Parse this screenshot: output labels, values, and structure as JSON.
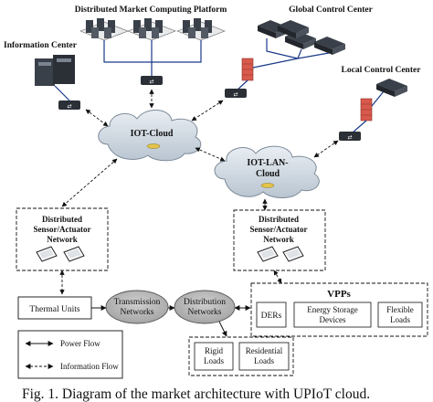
{
  "diagram": {
    "nodes": {
      "platform": "Distributed Market Computing Platform",
      "global_control": "Global Control Center",
      "info_center": "Information Center",
      "local_control": "Local Control Center",
      "iot_cloud": "IOT-Cloud",
      "iot_lan_cloud_line1": "IOT-LAN-",
      "iot_lan_cloud_line2": "Cloud",
      "sensor_left_line1": "Distributed",
      "sensor_left_line2": "Sensor/Actuator",
      "sensor_left_line3": "Network",
      "sensor_right_line1": "Distributed",
      "sensor_right_line2": "Sensor/Actuator",
      "sensor_right_line3": "Network",
      "thermal_units": "Thermal Units",
      "transmission_line1": "Transmission",
      "transmission_line2": "Networks",
      "distribution_line1": "Distribution",
      "distribution_line2": "Networks",
      "vpps": "VPPs",
      "ders": "DERs",
      "energy_storage_line1": "Energy Storage",
      "energy_storage_line2": "Devices",
      "flexible_line1": "Flexible",
      "flexible_line2": "Loads",
      "rigid_line1": "Rigid",
      "rigid_line2": "Loads",
      "residential_line1": "Residential",
      "residential_line2": "Loads"
    },
    "legend": {
      "power_flow": "Power Flow",
      "information_flow": "Information Flow"
    },
    "caption": "Fig. 1. Diagram of the market architecture with UPIoT cloud.",
    "colors": {
      "ellipse_fill": "#b8b8b8",
      "cloud_fill": "#d4dde6",
      "firewall": "#d85a4c",
      "device_dark": "#2b2f36"
    }
  }
}
